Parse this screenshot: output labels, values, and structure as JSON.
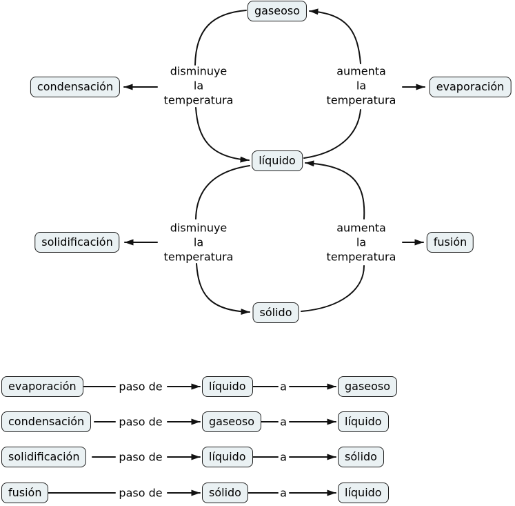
{
  "colors": {
    "node_fill": "#eaf1f3",
    "node_border": "#1c1c1c",
    "arrow": "#111111"
  },
  "concept_map": {
    "states": {
      "gas": "gaseoso",
      "liquid": "líquido",
      "solid": "sólido"
    },
    "processes": {
      "condensation": "condensación",
      "evaporation": "evaporación",
      "solidification": "solidificación",
      "fusion": "fusión"
    },
    "edge_labels": {
      "decrease_top": "disminuye\nla\ntemperatura",
      "increase_top": "aumenta\nla\ntemperatura",
      "decrease_bottom": "disminuye\nla\ntemperatura",
      "increase_bottom": "aumenta\nla\ntemperatura"
    }
  },
  "definition_rows": [
    {
      "process": "evaporación",
      "connector1": "paso de",
      "from": "líquido",
      "connector2": "a",
      "to": "gaseoso"
    },
    {
      "process": "condensación",
      "connector1": "paso de",
      "from": "gaseoso",
      "connector2": "a",
      "to": "líquido"
    },
    {
      "process": "solidificación",
      "connector1": "paso de",
      "from": "líquido",
      "connector2": "a",
      "to": "sólido"
    },
    {
      "process": "fusión",
      "connector1": "paso de",
      "from": "sólido",
      "connector2": "a",
      "to": "líquido"
    }
  ]
}
